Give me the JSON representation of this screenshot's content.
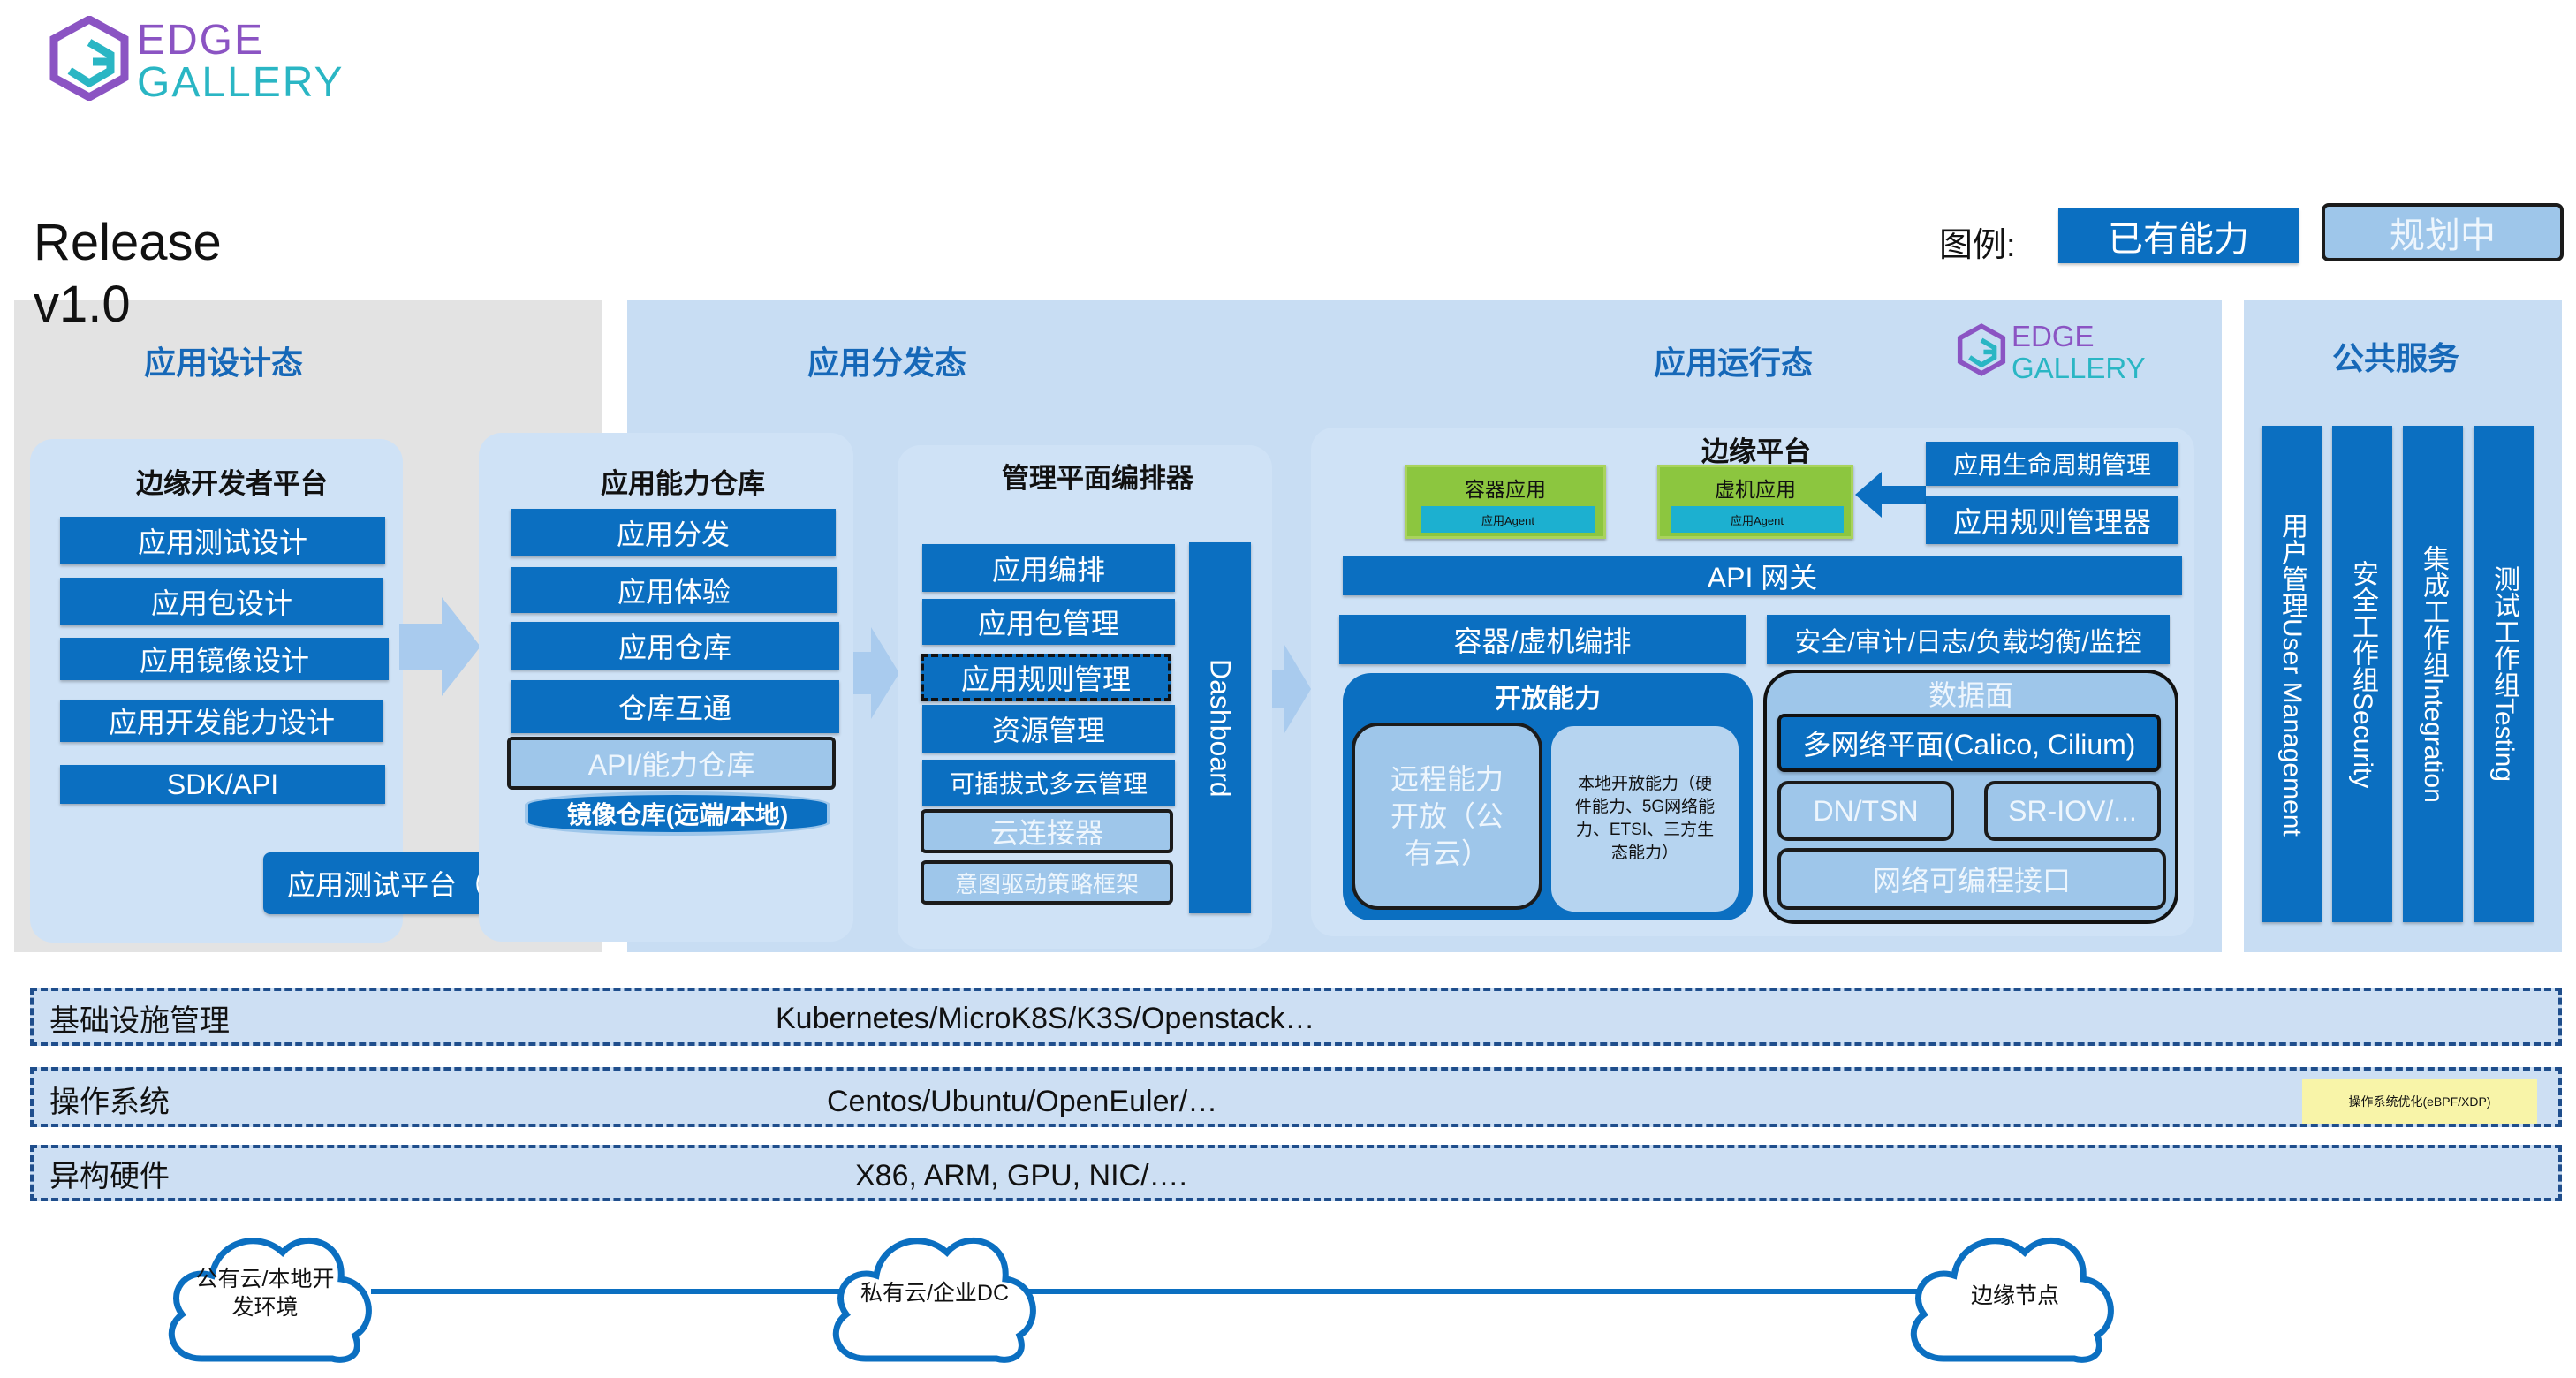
{
  "logo": {
    "line1": "EDGE",
    "line2": "GALLERY"
  },
  "release": {
    "line1": "Release",
    "line2": "v1.0"
  },
  "legend": {
    "label": "图例:",
    "existing": "已有能力",
    "planned": "规划中"
  },
  "sections": {
    "design": {
      "title": "应用设计态"
    },
    "distribute": {
      "title": "应用分发态"
    },
    "runtime": {
      "title": "应用运行态"
    },
    "public": {
      "title": "公共服务"
    }
  },
  "dev_platform": {
    "title": "边缘开发者平台",
    "items": [
      "应用测试设计",
      "应用包设计",
      "应用镜像设计",
      "应用开发能力设计",
      "SDK/API"
    ],
    "atp": "应用测试平台（ATP）"
  },
  "app_store": {
    "title": "应用能力仓库",
    "items": [
      "应用分发",
      "应用体验",
      "应用仓库",
      "仓库互通"
    ],
    "planned": "API/能力仓库",
    "mirror": "镜像仓库(远端/本地)"
  },
  "mgmt": {
    "title": "管理平面编排器",
    "items": [
      "应用编排",
      "应用包管理"
    ],
    "rule": "应用规则管理",
    "items2": [
      "资源管理",
      "可插拔式多云管理"
    ],
    "planned1": "云连接器",
    "planned2": "意图驱动策略框架",
    "dashboard": "Dashboard"
  },
  "edge_platform": {
    "title": "边缘平台",
    "container_app": "容器应用",
    "vm_app": "虚机应用",
    "agent": "应用Agent",
    "lifecycle": "应用生命周期管理",
    "rule_mgr": "应用规则管理器",
    "api_gw": "API 网关",
    "orchestration": "容器/虚机编排",
    "security": "安全/审计/日志/负载均衡/监控",
    "open_cap": "开放能力",
    "remote_cap": "远程能力开放（公有云）",
    "local_cap": "本地开放能力（硬件能力、5G网络能力、ETSI、三方生态能力）",
    "data_plane": "数据面",
    "multi_net": "多网络平面(Calico, Cilium)",
    "dn_tsn": "DN/TSN",
    "sriov": "SR-IOV/...",
    "net_prog": "网络可编程接口"
  },
  "public_services": [
    "用户管理User Management",
    "安全工作组Security",
    "集成工作组Integration",
    "测试工作组Testing"
  ],
  "infra": [
    {
      "label": "基础设施管理",
      "text": "Kubernetes/MicroK8S/K3S/Openstack…"
    },
    {
      "label": "操作系统",
      "text": "Centos/Ubuntu/OpenEuler/…",
      "extra": "操作系统优化(eBPF/XDP)"
    },
    {
      "label": "异构硬件",
      "text": "X86, ARM, GPU, NIC/…."
    }
  ],
  "clouds": [
    "公有云/本地开发环境",
    "私有云/企业DC",
    "边缘节点"
  ],
  "colors": {
    "primary": "#0b6fc1",
    "planned": "#9ec6ea",
    "panel": "#cfe2f6",
    "green": "#8cc63f",
    "teal": "#1cb0d0",
    "logo_purple": "#8b54c3",
    "logo_teal": "#2ab6c4"
  }
}
